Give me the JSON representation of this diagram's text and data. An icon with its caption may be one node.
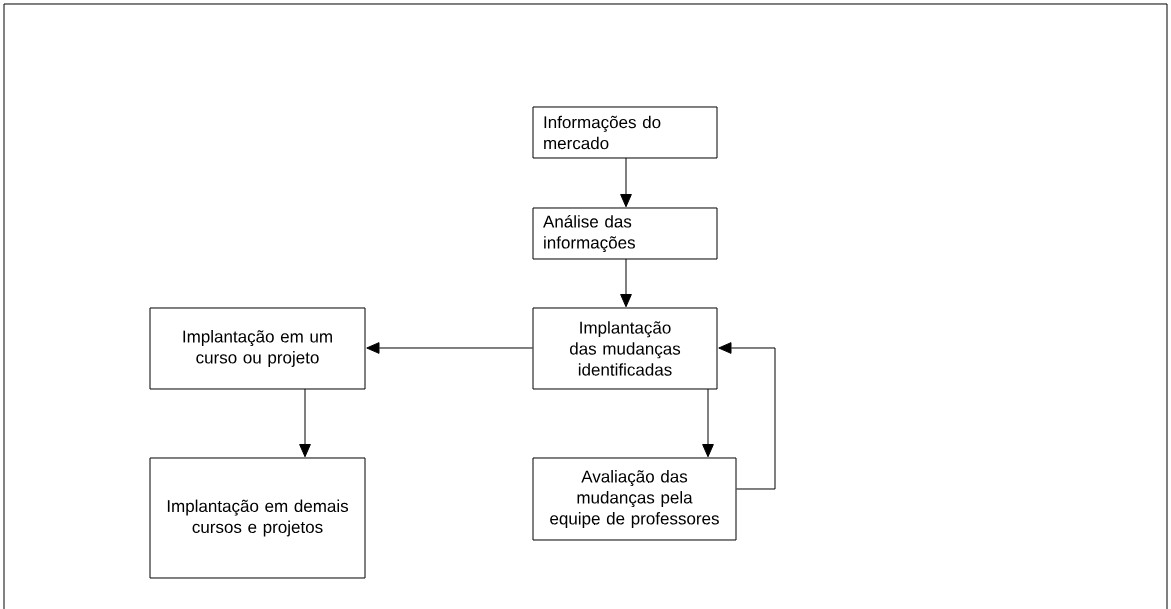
{
  "diagram": {
    "nodes": [
      {
        "text": [
          "Informações do mercado"
        ]
      },
      {
        "text": [
          "Análise das informações"
        ]
      },
      {
        "text": [
          "Implantação das mudanças identificadas"
        ]
      },
      {
        "text": [
          "Implantação em um curso ou projeto"
        ]
      },
      {
        "text": [
          "Implantação em demais cursos e projetos"
        ]
      },
      {
        "text": [
          "Avaliação das mudanças pela equipe de professores"
        ]
      }
    ],
    "edges": [
      {
        "from": 0,
        "to": 1,
        "arrow": "to"
      },
      {
        "from": 1,
        "to": 2,
        "arrow": "to"
      },
      {
        "from": 2,
        "to": 3,
        "arrow": "to"
      },
      {
        "from": 3,
        "to": 4,
        "arrow": "to"
      },
      {
        "from": 2,
        "to": 5,
        "arrow": "to"
      },
      {
        "from": 5,
        "to": 2,
        "arrow": "to"
      }
    ]
  }
}
